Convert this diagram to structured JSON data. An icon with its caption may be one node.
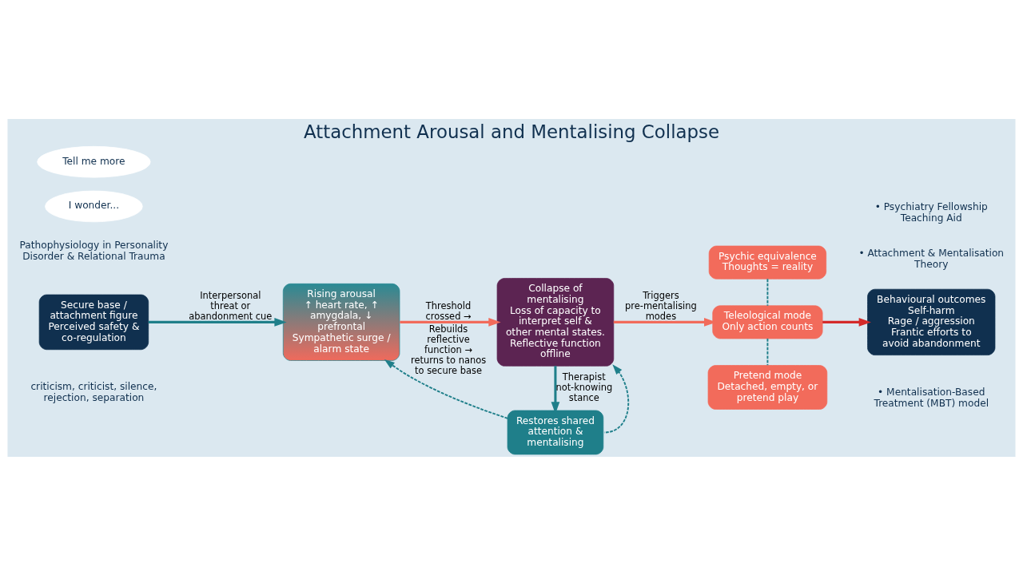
{
  "diagram": {
    "title": "Attachment Arousal and Mentalising Collapse",
    "nodes": [
      {
        "text": [
          "Secure base / attachment figure",
          "Perceived safety & co-regulation"
        ]
      },
      {
        "text": [
          "Rising arousal",
          "↑ heart rate, ↑ amygdala, ↓ prefrontal",
          "Sympathetic surge / alarm state"
        ]
      },
      {
        "text": [
          "Collapse of mentalising",
          "Loss of capacity to interpret self & other mental states. Reflective function offline"
        ]
      },
      {
        "text": [
          "Psychic equivalence",
          "Thoughts = reality"
        ]
      },
      {
        "text": [
          "Teleological mode",
          "Only action counts"
        ]
      },
      {
        "text": [
          "Pretend mode",
          "Detached, empty, or pretend play"
        ]
      },
      {
        "text": [
          "Behavioural outcomes",
          "Self-harm",
          "Rage / aggression",
          "Frantic efforts to avoid abandonment"
        ]
      },
      {
        "text": [
          "Restores shared attention & mentalising"
        ]
      },
      {
        "text": [
          "I wonder..."
        ]
      },
      {
        "text": [
          "Tell me more"
        ]
      }
    ],
    "edges": [
      {
        "from": 0,
        "to": 1,
        "arrow": "to",
        "label": "Interpersonal threat or abandonment cue"
      },
      {
        "from": 1,
        "to": 2,
        "arrow": "to",
        "label": "Threshold crossed →",
        "color": "#f26b5b"
      },
      {
        "from": 2,
        "to": 4,
        "arrow": "to",
        "label": "Triggers pre-mentalising modes",
        "color": "#f26b5b"
      },
      {
        "from": 4,
        "to": 6,
        "arrow": "to",
        "color": "#d42a2a"
      },
      {
        "from": 3,
        "to": 4,
        "arrow": "none",
        "style": "dashed"
      },
      {
        "from": 4,
        "to": 5,
        "arrow": "none",
        "style": "dashed"
      },
      {
        "from": 2,
        "to": 7,
        "arrow": "to",
        "label": "Therapist not-knowing stance"
      },
      {
        "from": 7,
        "to": 1,
        "arrow": "to",
        "style": "dashed",
        "label": "Rebuilds reflective function → returns to nanos to secure base"
      },
      {
        "from": 7,
        "to": 2,
        "arrow": "to",
        "style": "dashed"
      }
    ],
    "labels": [
      "Pathophysiology in Personality Disorder & Relational Trauma",
      "criticism, criticist, silence, rejection, separation",
      "• Mentalisation-Based Treatment (MBT) model",
      "• Attachment & Mentalisation Theory",
      "• Psychiatry Fellowship Teaching Aid"
    ]
  }
}
